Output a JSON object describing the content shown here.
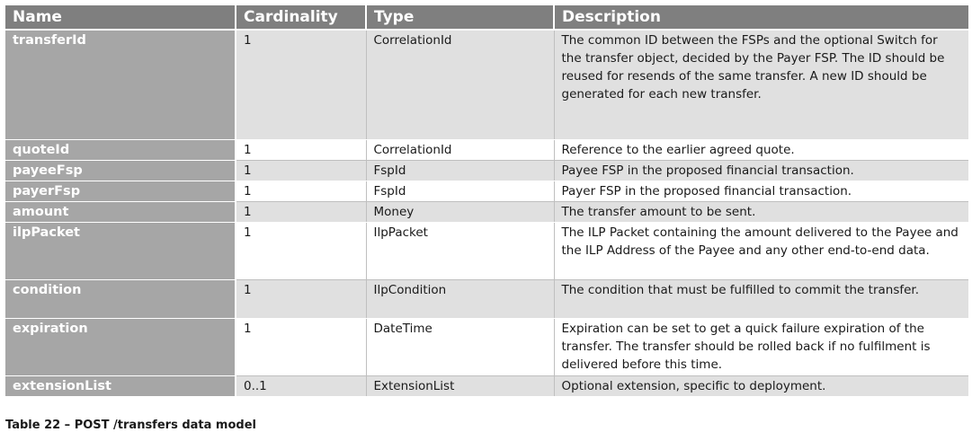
{
  "table": {
    "headers": {
      "name": "Name",
      "cardinality": "Cardinality",
      "type": "Type",
      "description": "Description"
    },
    "rows": [
      {
        "name": "transferId",
        "cardinality": "1",
        "type": "CorrelationId",
        "description": "The common ID between the FSPs and the optional Switch for the transfer object, decided by the Payer FSP. The ID should be reused for resends of the same transfer. A new ID should be generated for each new transfer."
      },
      {
        "name": "quoteId",
        "cardinality": "1",
        "type": "CorrelationId",
        "description": "Reference to the earlier agreed quote."
      },
      {
        "name": "payeeFsp",
        "cardinality": "1",
        "type": "FspId",
        "description": "Payee FSP in the proposed financial transaction."
      },
      {
        "name": "payerFsp",
        "cardinality": "1",
        "type": "FspId",
        "description": "Payer FSP in the proposed financial transaction."
      },
      {
        "name": "amount",
        "cardinality": "1",
        "type": "Money",
        "description": "The transfer amount to be sent."
      },
      {
        "name": "ilpPacket",
        "cardinality": "1",
        "type": "IlpPacket",
        "description": "The ILP Packet containing the amount delivered to the Payee and the ILP Address of the Payee and any other end-to-end data."
      },
      {
        "name": "condition",
        "cardinality": "1",
        "type": "IlpCondition",
        "description": "The condition that must be fulfilled to commit the transfer."
      },
      {
        "name": "expiration",
        "cardinality": "1",
        "type": "DateTime",
        "description": "Expiration can be set to get a quick failure expiration of the transfer. The transfer should be rolled back if no fulfilment is delivered before this time."
      },
      {
        "name": "extensionList",
        "cardinality": "0..1",
        "type": "ExtensionList",
        "description": "Optional extension, specific to deployment."
      }
    ]
  },
  "caption": "Table 22 – POST /transfers data model",
  "colors": {
    "header_bg": "#7f7f7f",
    "name_cell_bg": "#a6a6a6",
    "striped_row_bg": "#e0e0e0",
    "plain_row_bg": "#ffffff"
  }
}
